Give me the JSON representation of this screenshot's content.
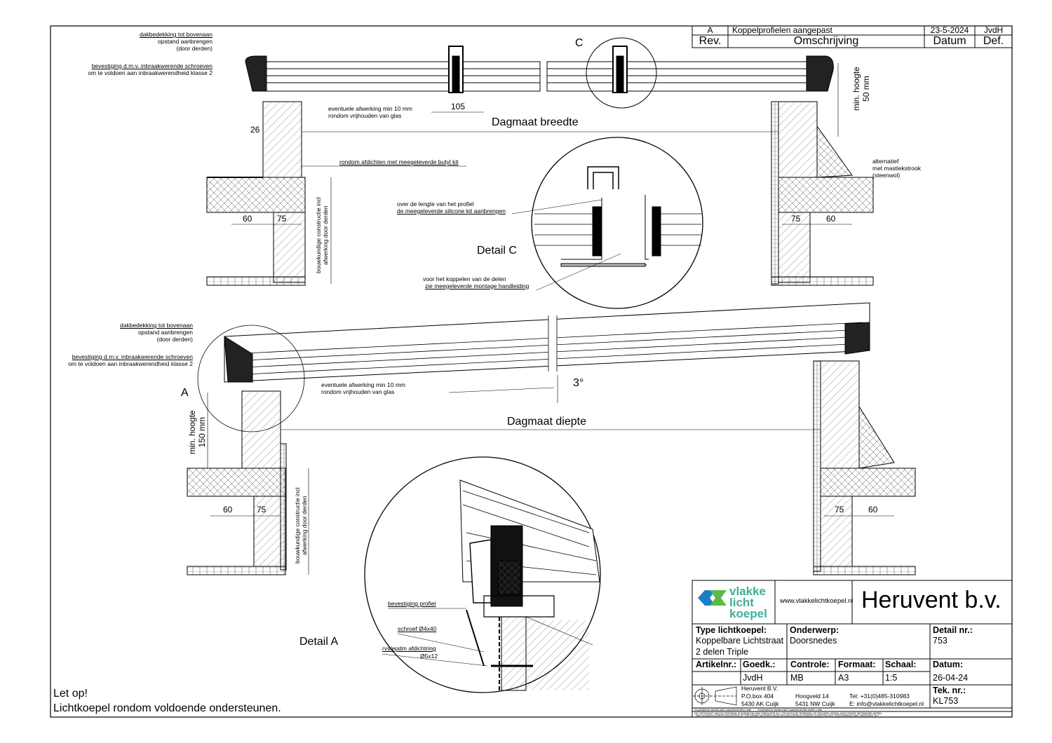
{
  "revision": {
    "rows": [
      {
        "rev": "A",
        "description": "Koppelprofielen aangepast",
        "date": "23-5-2024",
        "by": "JvdH"
      }
    ],
    "headers": {
      "rev": "Rev.",
      "description": "Omschrijving",
      "date": "Datum",
      "by": "Def."
    }
  },
  "top_section": {
    "note_roof": [
      "dakbedekking tot bovenaan",
      "opstand aanbrengen",
      "(door derden)"
    ],
    "note_fixing": [
      "bevestiging d.m.v. inbraakwerende schroeven",
      "om te voldoen aan inbraakwerendheid klasse 2"
    ],
    "note_finish": [
      "eventuele afwerking min 10 mm",
      "rondom vrijhouden van glas"
    ],
    "dim_105": "105",
    "dim_26": "26",
    "span_label": "Dagmaat breedte",
    "detail_marker": "C",
    "min_height": [
      "min. hoogte",
      "50 mm"
    ],
    "note_butyl": "rondom afdichten met meegeleverde butyl kit",
    "note_alt": [
      "alternatief",
      "met mastiekstrook",
      "(steenwol)"
    ],
    "dims_left": [
      "60",
      "75"
    ],
    "dims_right": [
      "75",
      "60"
    ],
    "note_construction": [
      "bouwkundige constructie incl",
      "afwerking door derden"
    ]
  },
  "detail_c": {
    "title": "Detail C",
    "note_silicone": [
      "over de lengte van het profiel",
      "de meegeleverde silicone kit aanbrengen"
    ],
    "note_coupling": [
      "voor het koppelen van de delen",
      "zie meegeleverde montage handleiding"
    ]
  },
  "bottom_section": {
    "note_roof": [
      "dakbedekking tot bovenaan",
      "opstand aanbrengen",
      "(door derden)"
    ],
    "note_fixing": [
      "bevestiging d.m.v. inbraakwerende schroeven",
      "om te voldoen aan inbraakwerendheid klasse 2"
    ],
    "note_finish": [
      "eventuele afwerking min 10 mm",
      "rondom vrijhouden van glas"
    ],
    "detail_marker": "A",
    "angle": "3°",
    "span_label": "Dagmaat diepte",
    "min_height": [
      "min. hoogte",
      "150 mm"
    ],
    "dims_left": [
      "60",
      "75"
    ],
    "dims_right": [
      "75",
      "60"
    ],
    "note_construction": [
      "bouwkundige constructie incl",
      "afwerking door derden"
    ]
  },
  "detail_a": {
    "title": "Detail A",
    "labels": [
      "bevestiging profiel",
      "schroef Ø4x40",
      "rvs/epdm afdichtring",
      "Ø5x12"
    ]
  },
  "warning": {
    "title": "Let op!",
    "text": "Lichtkoepel rondom voldoende ondersteunen."
  },
  "title_block": {
    "logo_words": [
      "vlakke",
      "licht",
      "koepel"
    ],
    "website": "www.vlakkelichtkoepel.nl",
    "company": "Heruvent b.v.",
    "type_label": "Type lichtkoepel:",
    "type_value": [
      "Koppelbare Lichtstraat",
      "2 delen Triple"
    ],
    "subject_label": "Onderwerp:",
    "subject_value": "Doorsnedes",
    "detail_label": "Detail nr.:",
    "detail_value": "753",
    "article_label": "Artikelnr.:",
    "article_value": "",
    "approved_label": "Goedk.:",
    "approved_value": "JvdH",
    "check_label": "Controle:",
    "check_value": "MB",
    "format_label": "Formaat:",
    "format_value": "A3",
    "scale_label": "Schaal:",
    "scale_value": "1:5",
    "date_label": "Datum:",
    "date_value": "26-04-24",
    "address": [
      "Heruvent B.V.",
      "P.O.box 404",
      "5430 AK Cuijk"
    ],
    "street": [
      "Hoogveld 14",
      "5431 NW Cuijk"
    ],
    "contact": [
      "Tel: +31(0)485-310983",
      "E: info@vlakkelichtkoepel.nl"
    ],
    "drawing_label": "Tek. nr.:",
    "drawing_value": "KL753",
    "tolerance": [
      "TOLERANTIE INDIEN NIET AANGEGEVEN 1 MM",
      "TOLERANTIE INDIEN NIET AANGEGEVEN HOEK 1 MM"
    ],
    "copyright": [
      "DE COPYRIGHT VAN DE TEKENING IS EIGENDOM VAN \"HERUVENT B.V.\" EN NOCH DE TEKENING, OF EEN DEEL ERVAN, NOCH ENIGE INFORMATIE HIERIN,",
      "MAG WORDEN GEREPRODUCEERD OF TER KENNIS WORDEN GEGEVEN AAN DERDEN ZONDER SCHRIFTELIJKE TOESTEMMING VAN \"HERUVENT B.V.\""
    ]
  },
  "colors": {
    "logo_blue": "#1a7fc4",
    "logo_green": "#5bb947",
    "logo_text": "#3fae9a"
  }
}
